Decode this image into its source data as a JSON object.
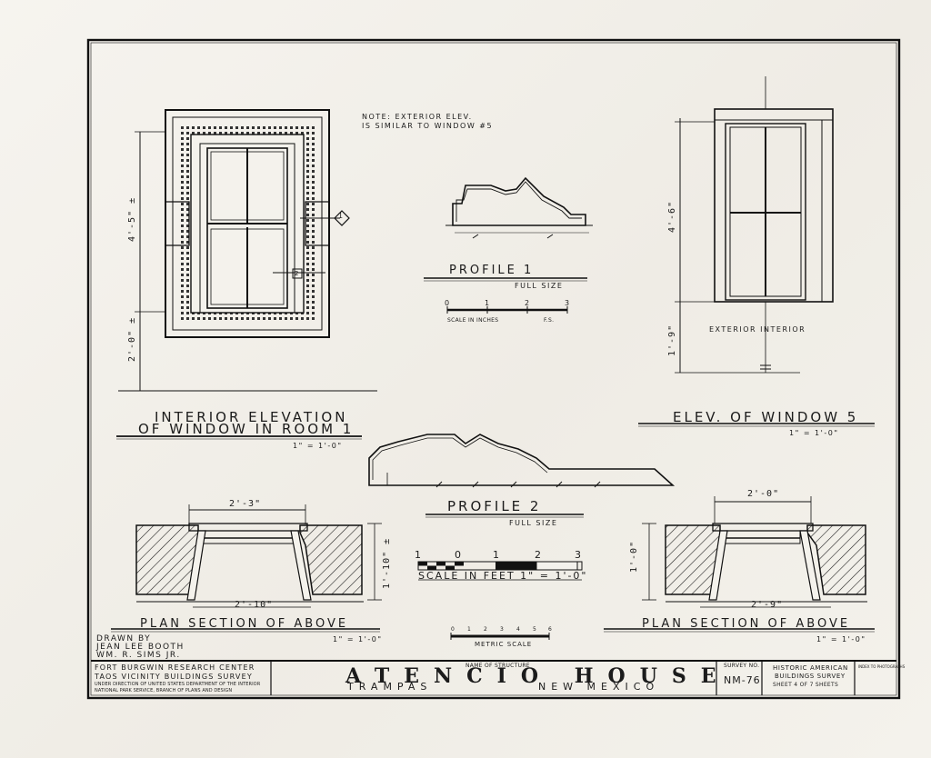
{
  "note": {
    "line1": "NOTE: EXTERIOR ELEV.",
    "line2": "IS SIMILAR TO WINDOW #5"
  },
  "window_room1": {
    "title_line1": "INTERIOR ELEVATION",
    "title_line2": "OF WINDOW IN ROOM 1",
    "scale": "1\" = 1'-0\"",
    "dim_height": "4'-5\" ±",
    "dim_sill": "2'-0\" ±",
    "marker_1": "1",
    "marker_2": "2"
  },
  "profile1": {
    "title": "PROFILE 1",
    "size": "FULL SIZE",
    "scale_ticks": [
      "0",
      "1",
      "2",
      "3"
    ],
    "scale_caption": "SCALE IN INCHES",
    "scale_note": "F.S."
  },
  "window5": {
    "title": "ELEV. OF WINDOW 5",
    "scale": "1\" = 1'-0\"",
    "dim_height": "4'-6\"",
    "dim_sill": "1'-9\"",
    "side_labels": "EXTERIOR  INTERIOR"
  },
  "profile2": {
    "title": "PROFILE 2",
    "size": "FULL SIZE"
  },
  "bar_scale": {
    "ticks": [
      "1",
      "0",
      "1",
      "2",
      "3"
    ],
    "caption": "SCALE IN FEET 1\" = 1'-0\"",
    "metric_ticks": [
      "0",
      "1",
      "2",
      "3",
      "4",
      "5",
      "6"
    ],
    "metric_caption": "METRIC SCALE"
  },
  "plan_left": {
    "title": "PLAN SECTION OF ABOVE",
    "scale": "1\" = 1'-0\"",
    "dim_top": "2'-3\"",
    "dim_bottom": "2'-10\"",
    "dim_side": "1'-10\" ±"
  },
  "plan_right": {
    "title": "PLAN SECTION OF ABOVE",
    "scale": "1\" = 1'-0\"",
    "dim_top": "2'-0\"",
    "dim_bottom": "2'-9\"",
    "dim_side": "1'-0\""
  },
  "credits": {
    "line1": "DRAWN BY",
    "line2": "JEAN LEE BOOTH",
    "line3": "WM. R. SIMS JR."
  },
  "title_block": {
    "org_line1": "FORT BURGWIN RESEARCH CENTER",
    "org_line2": "TAOS VICINITY BUILDINGS SURVEY",
    "org_line3": "UNDER DIRECTION OF UNITED STATES DEPARTMENT OF THE INTERIOR",
    "org_line4": "NATIONAL PARK SERVICE, BRANCH OF PLANS AND DESIGN",
    "name_caption": "NAME OF STRUCTURE",
    "structure": "ATENCIO HOUSE",
    "town": "TRAMPAS",
    "state": "NEW MEXICO",
    "survey_caption": "SURVEY NO.",
    "survey_no": "NM-76",
    "habs_line1": "HISTORIC AMERICAN",
    "habs_line2": "BUILDINGS SURVEY",
    "sheet_text": "SHEET 4 OF 7 SHEETS",
    "index_note": "INDEX TO PHOTOGRAPHS"
  }
}
